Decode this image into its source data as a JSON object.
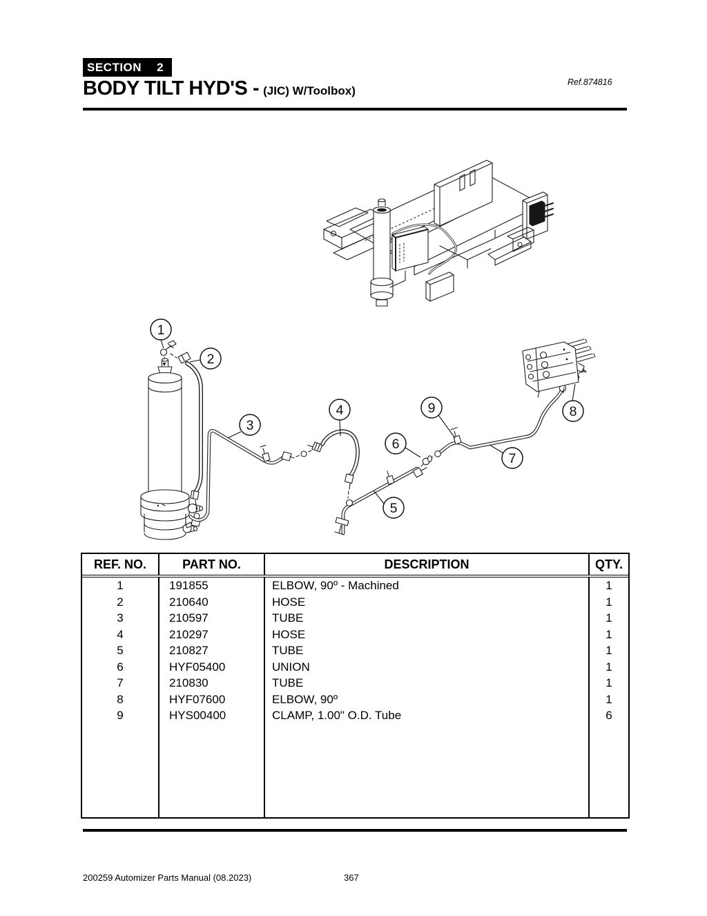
{
  "header": {
    "section_label": "SECTION",
    "section_number": "2",
    "title": "BODY TILT HYD'S -",
    "subtitle": "(JIC) W/Toolbox)",
    "ref": "Ref.874816"
  },
  "diagram": {
    "callouts": [
      "1",
      "2",
      "3",
      "4",
      "5",
      "6",
      "7",
      "8",
      "9"
    ]
  },
  "table": {
    "headers": [
      "REF. NO.",
      "PART NO.",
      "DESCRIPTION",
      "QTY."
    ],
    "rows": [
      {
        "ref_no": "1",
        "part_no": "191855",
        "description": "ELBOW, 90º - Machined",
        "qty": "1"
      },
      {
        "ref_no": "2",
        "part_no": "210640",
        "description": "HOSE",
        "qty": "1"
      },
      {
        "ref_no": "3",
        "part_no": "210597",
        "description": "TUBE",
        "qty": "1"
      },
      {
        "ref_no": "4",
        "part_no": "210297",
        "description": "HOSE",
        "qty": "1"
      },
      {
        "ref_no": "5",
        "part_no": "210827",
        "description": "TUBE",
        "qty": "1"
      },
      {
        "ref_no": "6",
        "part_no": "HYF05400",
        "description": "UNION",
        "qty": "1"
      },
      {
        "ref_no": "7",
        "part_no": "210830",
        "description": "TUBE",
        "qty": "1"
      },
      {
        "ref_no": "8",
        "part_no": "HYF07600",
        "description": "ELBOW, 90º",
        "qty": "1"
      },
      {
        "ref_no": "9",
        "part_no": "HYS00400",
        "description": "CLAMP, 1.00\" O.D. Tube",
        "qty": "6"
      }
    ]
  },
  "footer": {
    "left": "200259 Automizer Parts Manual (08.2023)",
    "page": "367"
  }
}
